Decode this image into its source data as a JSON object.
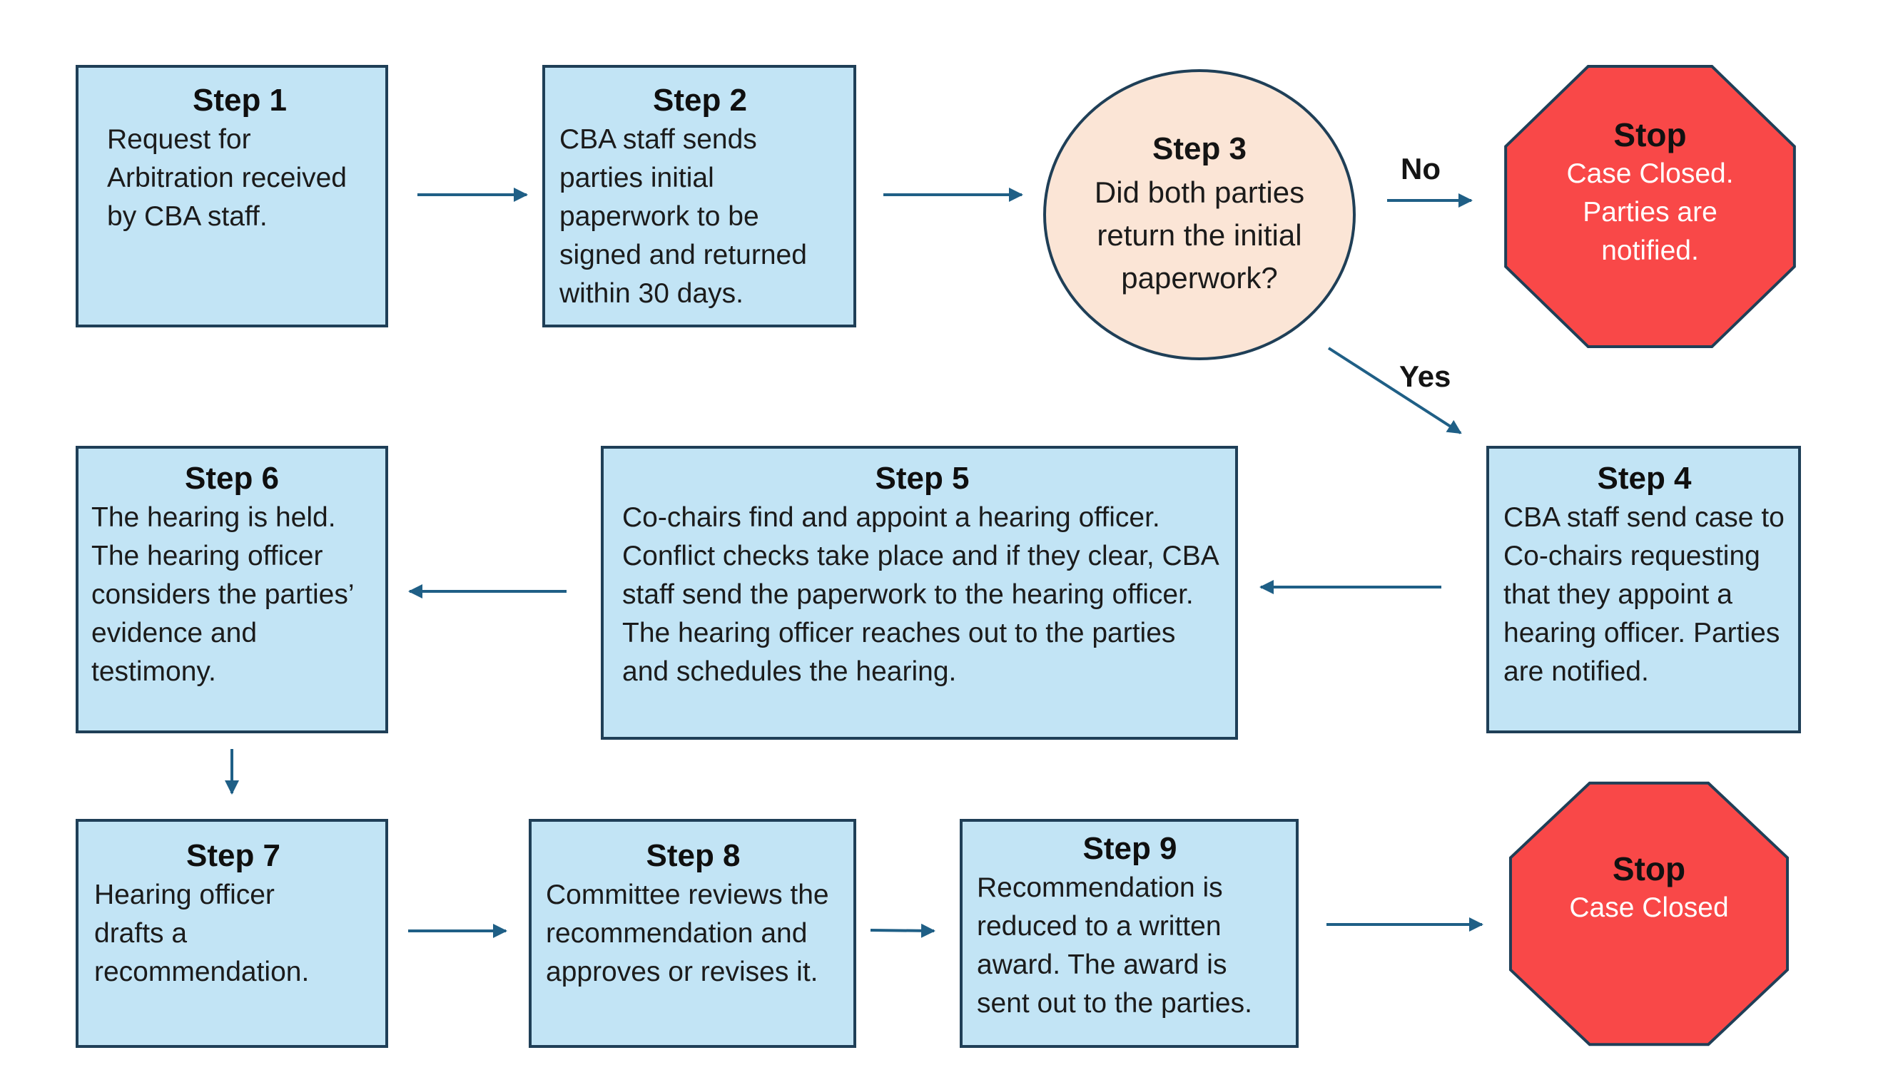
{
  "colors": {
    "process_fill": "#c2e4f5",
    "decision_fill": "#fbe5d6",
    "stop_fill": "#f94848",
    "outline": "#1f3f57",
    "arrow": "#1f5f86"
  },
  "steps": {
    "step1": {
      "title": "Step 1",
      "body": "Request for Arbitration received by CBA staff."
    },
    "step2": {
      "title": "Step 2",
      "body": "CBA staff sends parties initial paperwork to be signed and returned within 30 days."
    },
    "step3": {
      "title": "Step 3",
      "body": "Did both parties return the initial paperwork?"
    },
    "step4": {
      "title": "Step 4",
      "body": "CBA staff send case to Co-chairs requesting that they appoint a hearing officer. Parties are notified."
    },
    "step5": {
      "title": "Step 5",
      "body": "Co-chairs find and appoint a hearing officer. Conflict checks take place and if they clear, CBA staff send the paperwork to the hearing officer. The hearing officer reaches out to the parties and schedules the hearing."
    },
    "step6": {
      "title": "Step 6",
      "body": "The hearing is held. The hearing officer considers the parties’ evidence and testimony."
    },
    "step7": {
      "title": "Step 7",
      "body": "Hearing officer drafts a recommendation."
    },
    "step8": {
      "title": "Step 8",
      "body": "Committee reviews the recommendation and approves or revises it."
    },
    "step9": {
      "title": "Step 9",
      "body": "Recommendation is reduced to a written award. The award is sent out to the parties."
    }
  },
  "stops": {
    "stop1": {
      "title": "Stop",
      "body": "Case Closed. Parties are notified."
    },
    "stop2": {
      "title": "Stop",
      "body": "Case Closed"
    }
  },
  "branches": {
    "no_label": "No",
    "yes_label": "Yes"
  }
}
